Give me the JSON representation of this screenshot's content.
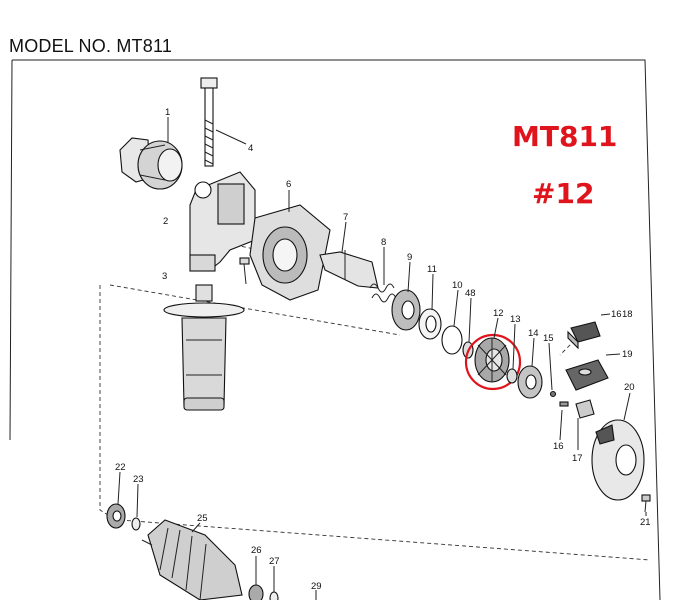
{
  "model_title": "MODEL NO. MT811",
  "callout": {
    "model": "MT811",
    "part": "#12",
    "color": "#e0141c"
  },
  "parts": [
    {
      "id": "p1",
      "label": "1"
    },
    {
      "id": "p2",
      "label": "2"
    },
    {
      "id": "p3",
      "label": "3"
    },
    {
      "id": "p4",
      "label": "4"
    },
    {
      "id": "p6",
      "label": "6"
    },
    {
      "id": "p7",
      "label": "7"
    },
    {
      "id": "p8",
      "label": "8"
    },
    {
      "id": "p9",
      "label": "9"
    },
    {
      "id": "p10",
      "label": "10"
    },
    {
      "id": "p11",
      "label": "11"
    },
    {
      "id": "p48",
      "label": "48"
    },
    {
      "id": "p12",
      "label": "12"
    },
    {
      "id": "p13",
      "label": "13"
    },
    {
      "id": "p14",
      "label": "14"
    },
    {
      "id": "p15",
      "label": "15"
    },
    {
      "id": "p16a",
      "label": "16"
    },
    {
      "id": "p16b",
      "label": "16"
    },
    {
      "id": "p17",
      "label": "17"
    },
    {
      "id": "p18",
      "label": "18"
    },
    {
      "id": "p19",
      "label": "19"
    },
    {
      "id": "p20",
      "label": "20"
    },
    {
      "id": "p21",
      "label": "21"
    },
    {
      "id": "p22",
      "label": "22"
    },
    {
      "id": "p23",
      "label": "23"
    },
    {
      "id": "p25",
      "label": "25"
    },
    {
      "id": "p26",
      "label": "26"
    },
    {
      "id": "p27",
      "label": "27"
    },
    {
      "id": "p29",
      "label": "29"
    }
  ],
  "colors": {
    "highlight": "#e0141c",
    "line": "#222222"
  }
}
